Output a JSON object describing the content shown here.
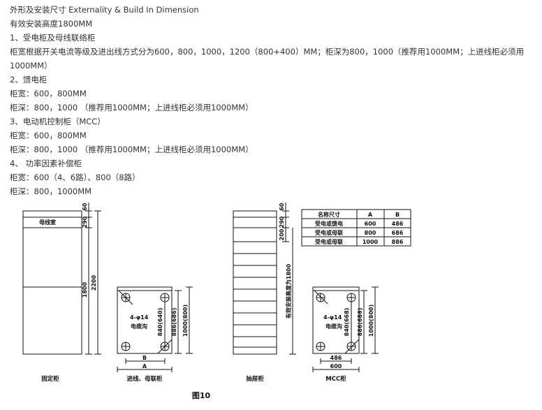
{
  "text": {
    "title": "外形及安装尺寸 Externality & Build In Dimension",
    "height_note": "有效安装高度1800MM",
    "s1_heading": "1、受电柜及母线联络柜",
    "s1_body": "柜宽根据开关电流等级及进出线方式分为600，800，1000，1200（800+400）MM；柜深为800，1000（推荐用1000MM；上进线柜必须用1000MM）",
    "s2_heading": "2、馈电柜",
    "s2_width": "柜宽：600，800MM",
    "s2_depth": "柜深：800，1000 （推荐用1000MM；上进线柜必须用1000MM）",
    "s3_heading": "3、电动机控制柜（MCC）",
    "s3_width": "柜宽：600，800MM",
    "s3_depth": "柜深：800，1000 （推荐用1000MM；上进线柜必须用1000MM）",
    "s4_heading": "4、 功率因素补偿柜",
    "s4_width": "柜宽：600（4、6路）、800（8路）",
    "s4_depth": "柜深：800，1000MM"
  },
  "figure": {
    "caption": "图10",
    "fixed_cabinet": {
      "busbar_label": "母线室",
      "dim_top": "60",
      "dim_busbar": "290",
      "dim_body": "1800",
      "dim_total": "2200",
      "label": "固定柜"
    },
    "incoming_base": {
      "holes": "4-φ14",
      "trench": "电缆沟",
      "dim_inner_depth": "840(640)",
      "dim_mid_depth": "886(686)",
      "dim_outer_depth": "1000(800)",
      "dim_b": "B",
      "dim_a": "A",
      "label": "进线、母联柜"
    },
    "drawer_cabinet": {
      "dim_top": "60",
      "dim_busbar": "290",
      "dim_200": "200",
      "dim_effective": "有效安装高度为1800",
      "label": "抽屉柜"
    },
    "mcc_base": {
      "holes": "4-φ14",
      "trench": "电缆沟",
      "dim_inner_depth": "840(668)",
      "dim_mid_depth": "886(686)",
      "dim_outer_depth": "1000(800)",
      "dim_inner_width": "486",
      "dim_outer_width": "600",
      "label": "MCC柜"
    },
    "table": {
      "headers": [
        "名称尺寸",
        "A",
        "B"
      ],
      "rows": [
        [
          "受电或馈电",
          "600",
          "486"
        ],
        [
          "受电或母联",
          "800",
          "686"
        ],
        [
          "受电或母联",
          "1000",
          "886"
        ]
      ]
    }
  }
}
